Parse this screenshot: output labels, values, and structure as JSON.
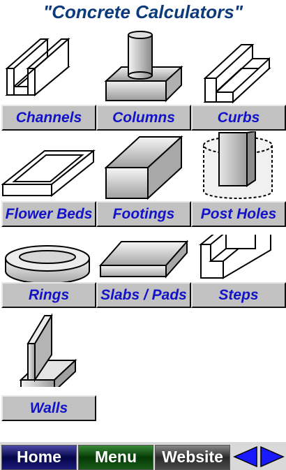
{
  "header": {
    "title": "\"Concrete Calculators\""
  },
  "tiles": [
    {
      "label": "Channels",
      "icon": "channel-icon"
    },
    {
      "label": "Columns",
      "icon": "column-icon"
    },
    {
      "label": "Curbs",
      "icon": "curb-icon"
    },
    {
      "label": "Flower Beds",
      "icon": "flower-bed-icon"
    },
    {
      "label": "Footings",
      "icon": "footing-icon"
    },
    {
      "label": "Post Holes",
      "icon": "post-hole-icon"
    },
    {
      "label": "Rings",
      "icon": "ring-icon"
    },
    {
      "label": "Slabs / Pads",
      "icon": "slab-icon"
    },
    {
      "label": "Steps",
      "icon": "steps-icon"
    },
    {
      "label": "Walls",
      "icon": "wall-icon"
    }
  ],
  "nav": {
    "home": "Home",
    "menu": "Menu",
    "website": "Website",
    "prev_icon": "left-arrow-icon",
    "next_icon": "right-arrow-icon"
  },
  "colors": {
    "title": "#0c3a7a",
    "label_text": "#1212c8",
    "label_bg": "#c2c2c2",
    "arrow": "#1a1aff"
  }
}
